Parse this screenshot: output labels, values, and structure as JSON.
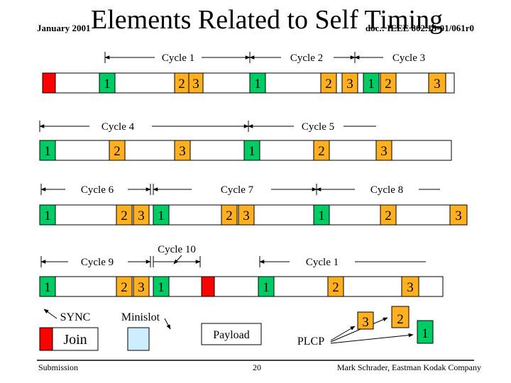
{
  "header": {
    "date": "January 2001",
    "title": "Elements Related to Self Timing",
    "doc_id": "doc.: IEEE 802.15-01/061r0"
  },
  "footer": {
    "left": "Submission",
    "page": "20",
    "right": "Mark Schrader, Eastman Kodak Company"
  },
  "colors": {
    "red": "#ff0000",
    "green": "#00cc66",
    "orange": "#ffb020",
    "lightblue": "#cceeff"
  },
  "rows": [
    {
      "cycles": [
        {
          "label": "Cycle 1"
        },
        {
          "label": "Cycle 2"
        },
        {
          "label": "Cycle 3"
        }
      ],
      "slots": [
        {
          "text": "",
          "color": "red"
        },
        {
          "text": "1",
          "color": "green"
        },
        {
          "text": "2",
          "color": "orange"
        },
        {
          "text": "3",
          "color": "orange"
        },
        {
          "text": "1",
          "color": "green"
        },
        {
          "text": "2",
          "color": "orange"
        },
        {
          "text": "3",
          "color": "orange"
        },
        {
          "text": "1",
          "color": "green"
        },
        {
          "text": "2",
          "color": "orange"
        },
        {
          "text": "3",
          "color": "orange"
        }
      ]
    },
    {
      "cycles": [
        {
          "label": "Cycle 4"
        },
        {
          "label": "Cycle 5"
        }
      ],
      "slots": [
        {
          "text": "1",
          "color": "green"
        },
        {
          "text": "2",
          "color": "orange"
        },
        {
          "text": "3",
          "color": "orange"
        },
        {
          "text": "1",
          "color": "green"
        },
        {
          "text": "2",
          "color": "orange"
        },
        {
          "text": "3",
          "color": "orange"
        }
      ]
    },
    {
      "cycles": [
        {
          "label": "Cycle 6"
        },
        {
          "label": "Cycle 7"
        },
        {
          "label": "Cycle 8"
        }
      ],
      "slots": [
        {
          "text": "1",
          "color": "green"
        },
        {
          "text": "2",
          "color": "orange"
        },
        {
          "text": "3",
          "color": "orange"
        },
        {
          "text": "1",
          "color": "green"
        },
        {
          "text": "2",
          "color": "orange"
        },
        {
          "text": "3",
          "color": "orange"
        },
        {
          "text": "1",
          "color": "green"
        },
        {
          "text": "2",
          "color": "orange"
        },
        {
          "text": "3",
          "color": "orange"
        }
      ]
    },
    {
      "cycles": [
        {
          "label": "Cycle 9"
        },
        {
          "label": "Cycle 10"
        },
        {
          "label": "Cycle 1"
        }
      ],
      "slots": [
        {
          "text": "1",
          "color": "green"
        },
        {
          "text": "2",
          "color": "orange"
        },
        {
          "text": "3",
          "color": "orange"
        },
        {
          "text": "1",
          "color": "green"
        },
        {
          "text": "",
          "color": "red"
        },
        {
          "text": "1",
          "color": "green"
        },
        {
          "text": "2",
          "color": "orange"
        },
        {
          "text": "3",
          "color": "orange"
        }
      ]
    }
  ],
  "legend": {
    "sync": "SYNC",
    "join": "Join",
    "minislot": "Minislot",
    "payload": "Payload",
    "plcp": "PLCP",
    "plcp_marks": [
      "3",
      "2",
      "1"
    ]
  }
}
